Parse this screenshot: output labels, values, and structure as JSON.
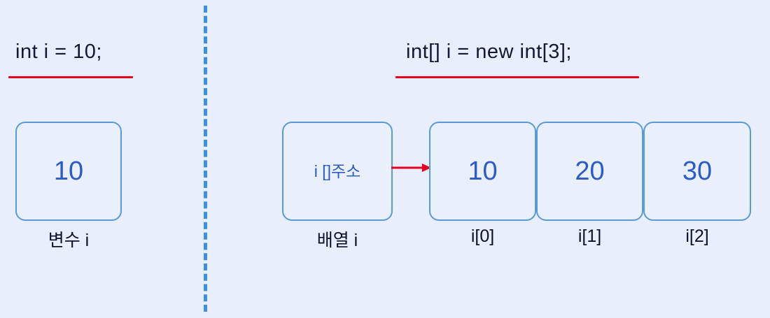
{
  "diagram": {
    "background_color": "#e8eefb",
    "accent_box_border": "#5b9bd5",
    "value_text_color": "#2c5bc4",
    "caption_text_color": "#0a1128",
    "underline_color": "#e60020",
    "divider_color": "#3d8fe0",
    "arrow_color": "#e60020"
  },
  "left_panel": {
    "code": "int i = 10;",
    "box": {
      "value": "10",
      "caption": "변수 i"
    }
  },
  "right_panel": {
    "code": "int[]  i = new int[3];",
    "address_box": {
      "value": "i []주소",
      "caption": "배열 i"
    },
    "elements": [
      {
        "value": "10",
        "caption": "i[0]"
      },
      {
        "value": "20",
        "caption": "i[1]"
      },
      {
        "value": "30",
        "caption": "i[2]"
      }
    ]
  }
}
